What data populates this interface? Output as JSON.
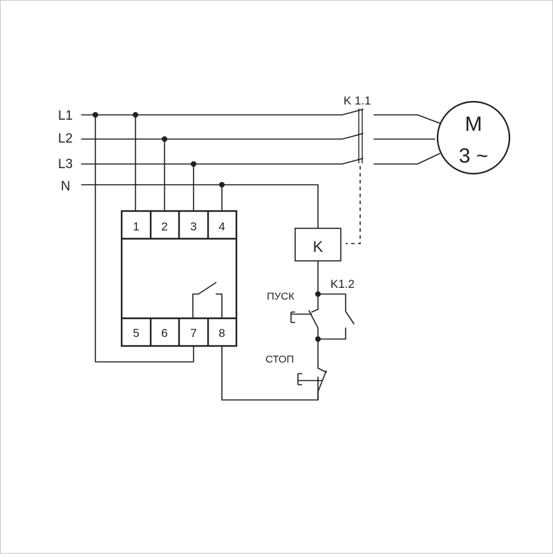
{
  "lines": {
    "l1": "L1",
    "l2": "L2",
    "l3": "L3",
    "n": "N"
  },
  "relay": {
    "terminals_top": [
      "1",
      "2",
      "3",
      "4"
    ],
    "terminals_bottom": [
      "5",
      "6",
      "7",
      "8"
    ]
  },
  "contactor": {
    "main_contacts_label": "K 1.1",
    "coil_label": "K",
    "aux_contact_label": "K1.2"
  },
  "motor": {
    "letter": "M",
    "phase": "3 ~"
  },
  "buttons": {
    "start_label": "ПУСК",
    "stop_label": "СТОП"
  }
}
